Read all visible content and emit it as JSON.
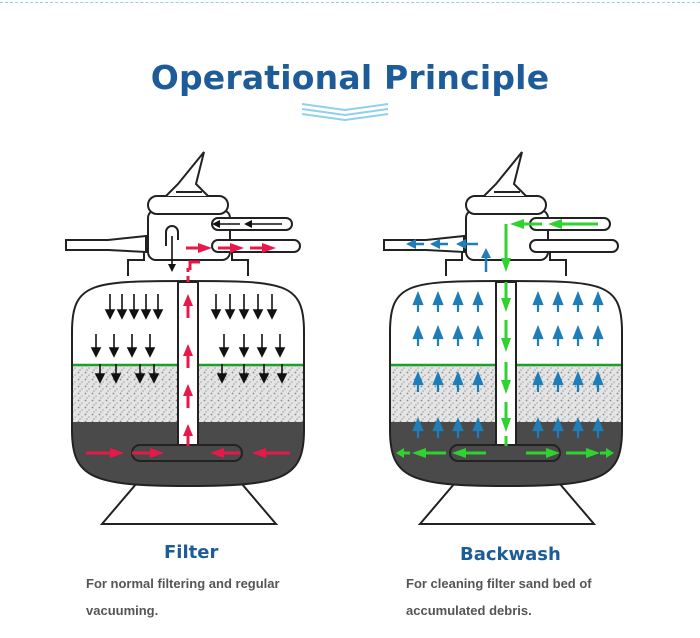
{
  "header": {
    "title": "Operational Principle"
  },
  "panels": [
    {
      "label": "Filter",
      "description_line1": "For normal filtering and regular",
      "description_line2": "vacuuming."
    },
    {
      "label": "Backwash",
      "description_line1": "For cleaning filter sand bed of",
      "description_line2": "accumulated debris."
    }
  ],
  "colors": {
    "title": "#1e5c99",
    "filter_flow": "#e8184a",
    "filter_down": "#111111",
    "backwash_up": "#1f7db8",
    "backwash_flow": "#2fd32f",
    "sand_line": "#1f9e2c",
    "gravel": "#4a4a4a"
  }
}
